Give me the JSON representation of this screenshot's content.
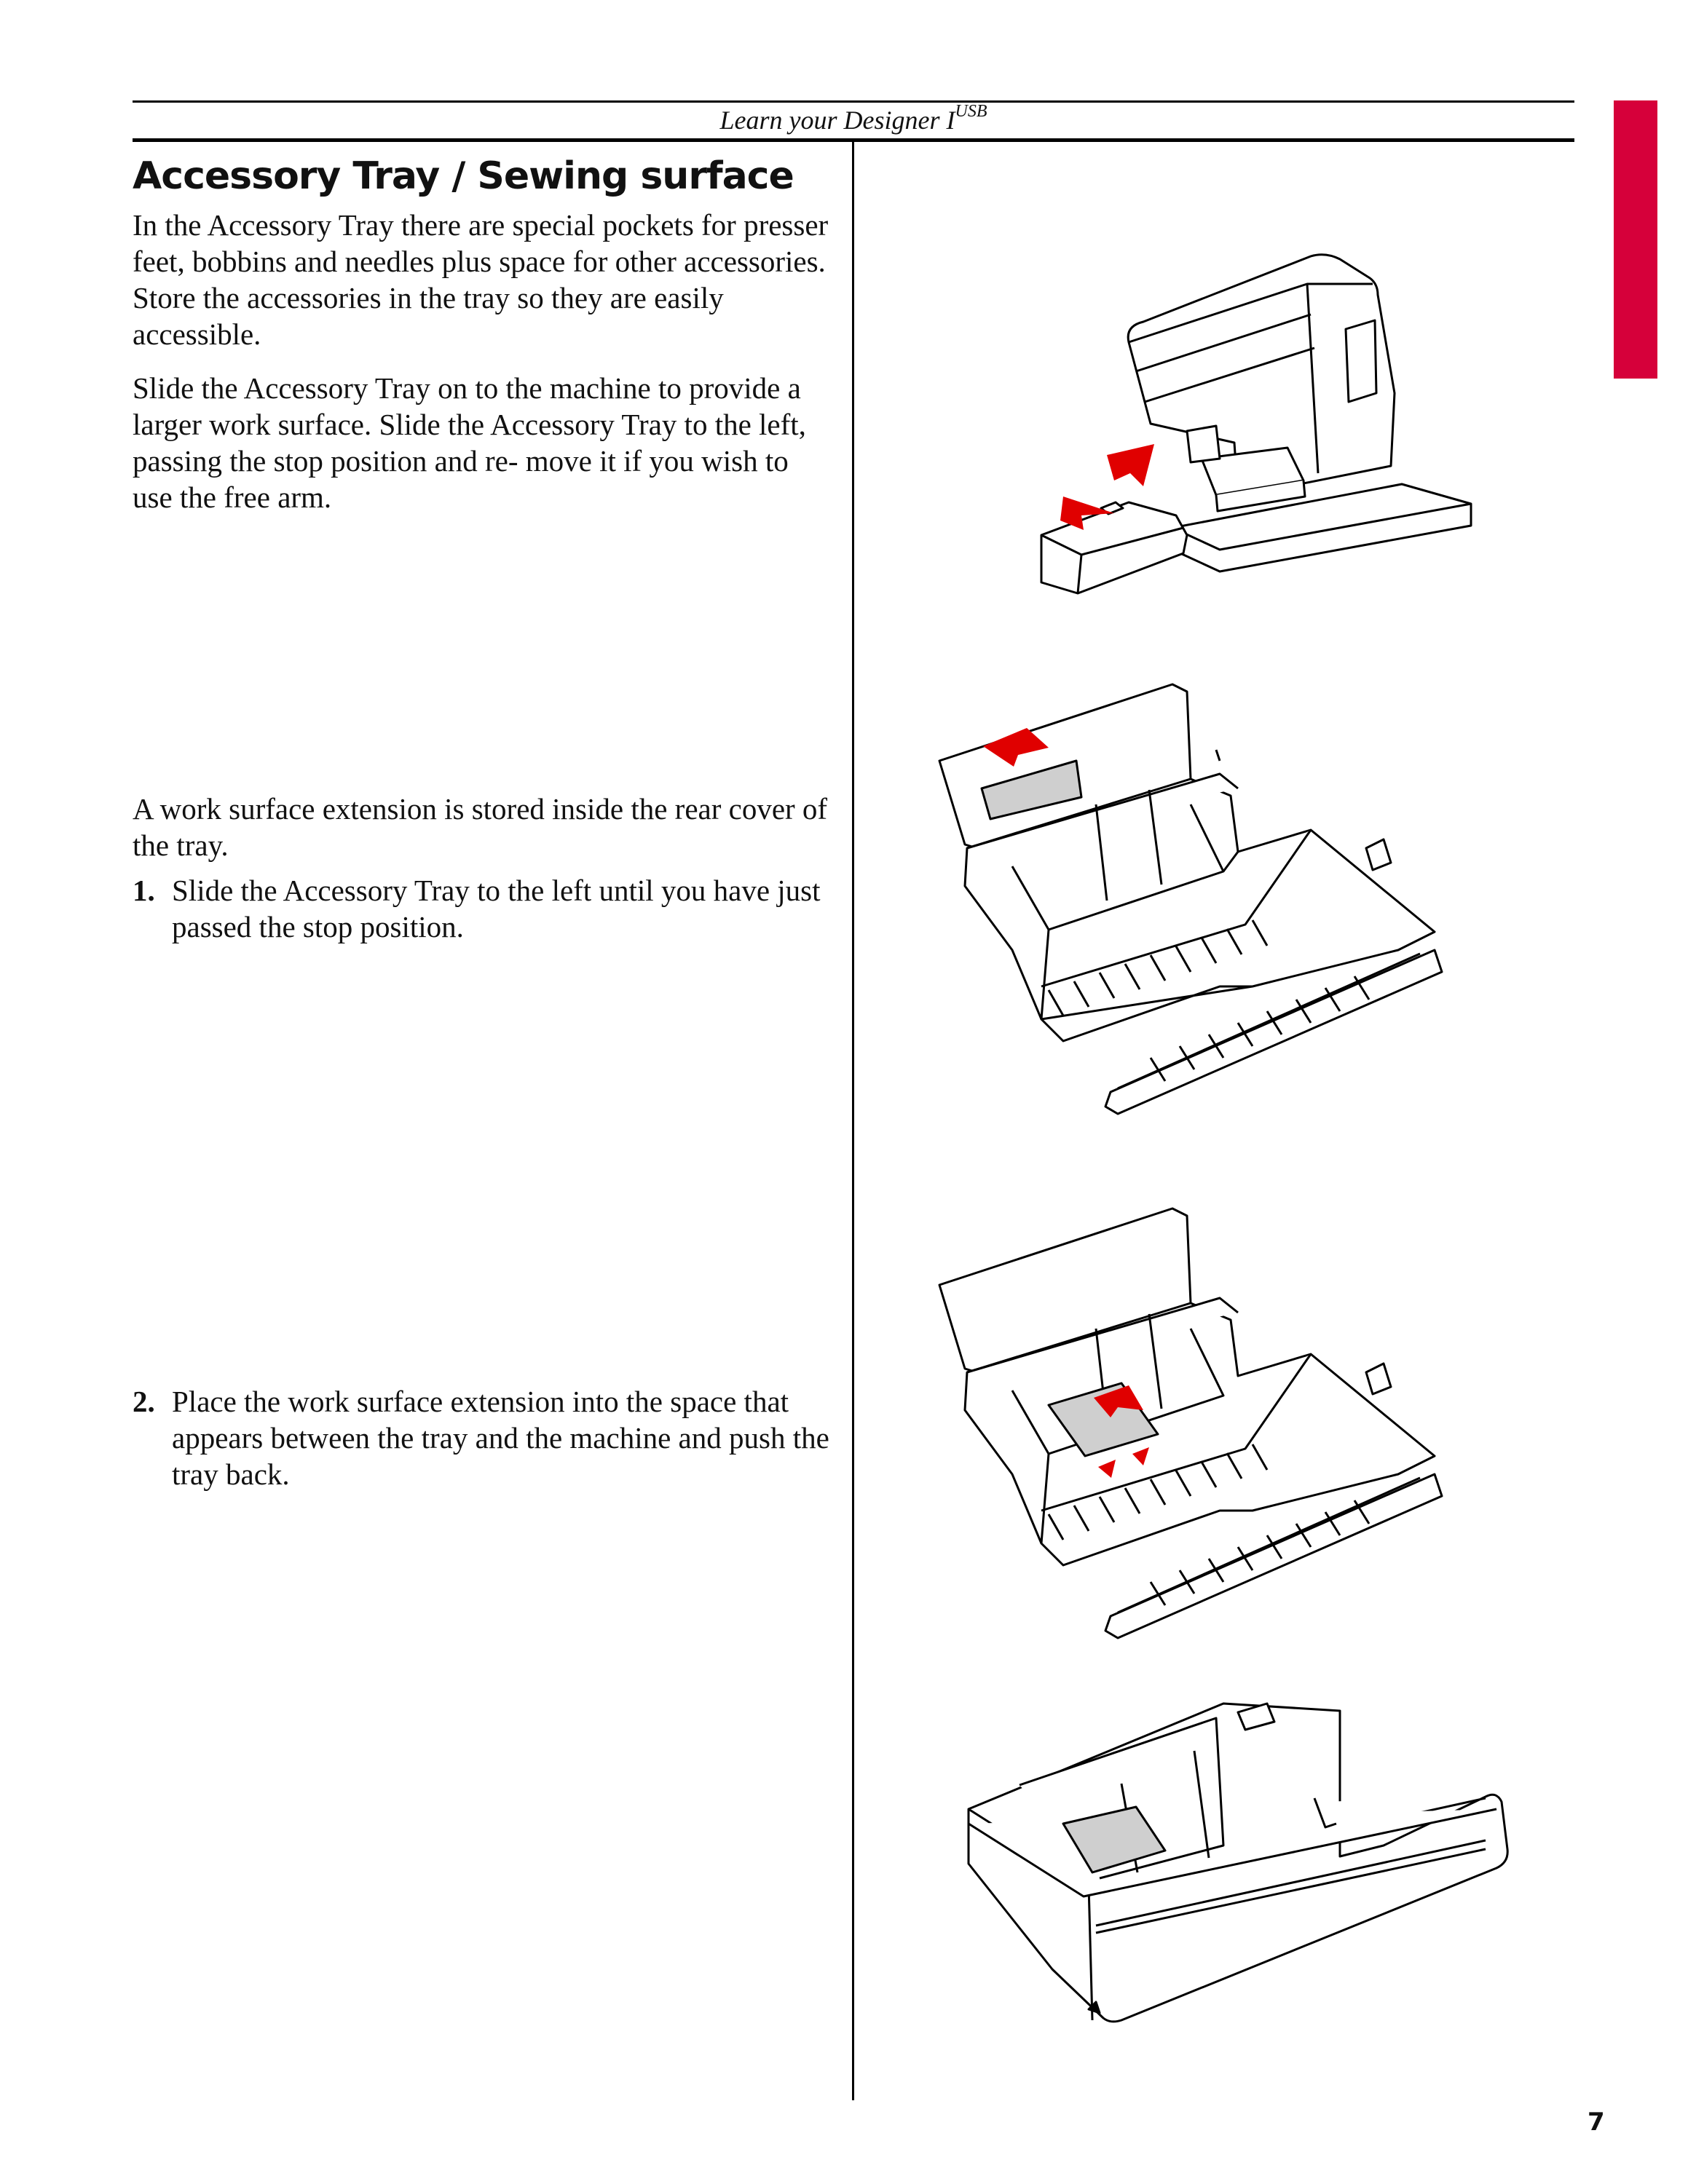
{
  "header": {
    "running_title": "Learn your Designer I",
    "running_title_super": "USB"
  },
  "section": {
    "title": "Accessory Tray / Sewing surface",
    "intro_paragraphs": [
      "In the Accessory Tray there are special pockets for presser feet, bobbins and needles plus space for other accessories. Store the accessories in the tray so they are easily accessible.",
      "Slide the Accessory Tray on to the machine to provide a larger work surface. Slide the Accessory Tray to the left, passing the stop position and re- move it if you wish to use the free arm."
    ],
    "extension_intro": "A work surface extension is stored inside the rear cover of the tray.",
    "steps": [
      {
        "number": "1.",
        "text": "Slide the Accessory Tray to the left until you have just passed the stop position."
      },
      {
        "number": "2.",
        "text": "Place the work surface extension into the space that appears between the tray and the machine and push the tray back."
      }
    ]
  },
  "colors": {
    "accent_red": "#d6003a",
    "rule": "#000000",
    "extension_gray": "#cfcfcf"
  },
  "footer": {
    "page_number": "7"
  }
}
